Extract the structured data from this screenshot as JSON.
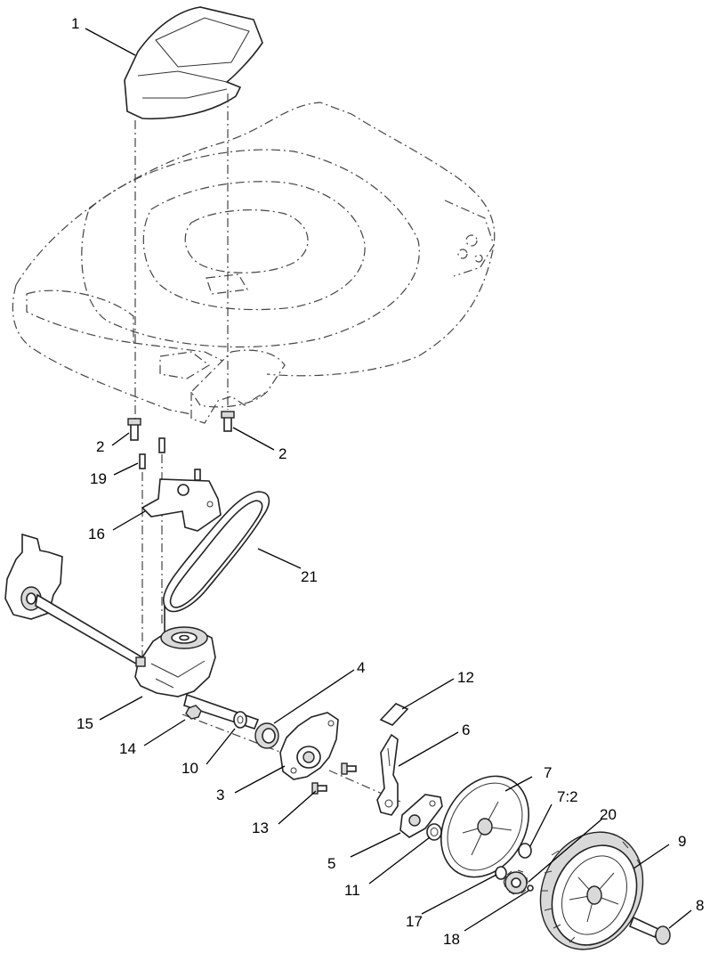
{
  "callouts": [
    {
      "id": "c1",
      "label": "1"
    },
    {
      "id": "c2a",
      "label": "2"
    },
    {
      "id": "c2b",
      "label": "2"
    },
    {
      "id": "c19",
      "label": "19"
    },
    {
      "id": "c16",
      "label": "16"
    },
    {
      "id": "c21",
      "label": "21"
    },
    {
      "id": "c4",
      "label": "4"
    },
    {
      "id": "c12",
      "label": "12"
    },
    {
      "id": "c6",
      "label": "6"
    },
    {
      "id": "c15",
      "label": "15"
    },
    {
      "id": "c14",
      "label": "14"
    },
    {
      "id": "c10",
      "label": "10"
    },
    {
      "id": "c3",
      "label": "3"
    },
    {
      "id": "c13",
      "label": "13"
    },
    {
      "id": "c7",
      "label": "7"
    },
    {
      "id": "c72",
      "label": "7:2"
    },
    {
      "id": "c20",
      "label": "20"
    },
    {
      "id": "c9",
      "label": "9"
    },
    {
      "id": "c5",
      "label": "5"
    },
    {
      "id": "c11",
      "label": "11"
    },
    {
      "id": "c17",
      "label": "17"
    },
    {
      "id": "c18",
      "label": "18"
    },
    {
      "id": "c8",
      "label": "8"
    }
  ]
}
